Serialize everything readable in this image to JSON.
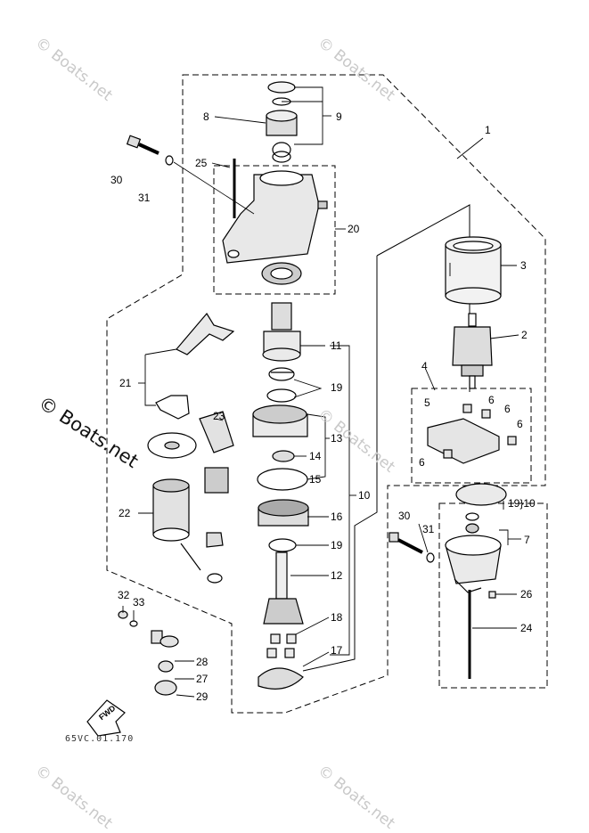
{
  "watermark": "© Boats.net",
  "diagram_code": "65VC.01.170",
  "fwd_label": "FWD",
  "callouts": {
    "c1": "1",
    "c2": "2",
    "c3": "3",
    "c4": "4",
    "c5": "5",
    "c6a": "6",
    "c6b": "6",
    "c6c": "6",
    "c6d": "6",
    "c7": "7",
    "c8": "8",
    "c9": "9",
    "c10": "10",
    "c10b": "19}10",
    "c11": "11",
    "c12": "12",
    "c13": "13",
    "c14": "14",
    "c15": "15",
    "c16": "16",
    "c17": "17",
    "c18": "18",
    "c19a": "19",
    "c19b": "19",
    "c20": "20",
    "c21": "21",
    "c22": "22",
    "c23": "23",
    "c24": "24",
    "c25": "25",
    "c26": "26",
    "c27": "27",
    "c28": "28",
    "c29": "29",
    "c30a": "30",
    "c30b": "30",
    "c31a": "31",
    "c31b": "31",
    "c32": "32",
    "c33": "33"
  }
}
